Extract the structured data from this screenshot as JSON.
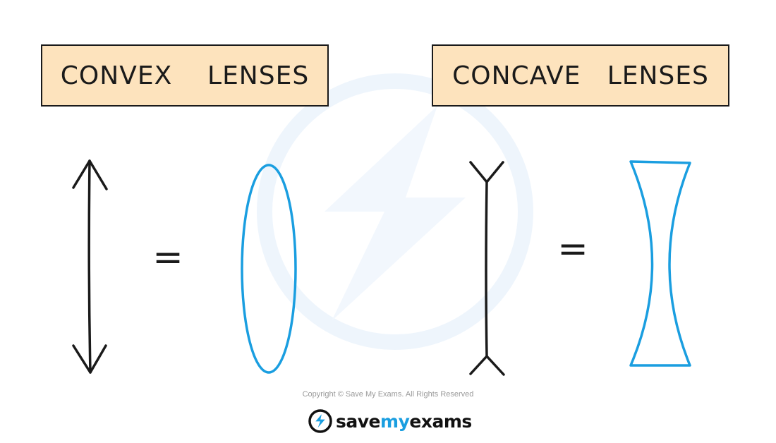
{
  "titles": {
    "convex": "CONVEX    LENSES",
    "concave": "CONCAVE   LENSES"
  },
  "symbols": {
    "equals": "="
  },
  "footer": {
    "copyright": "Copyright © Save My Exams. All Rights Reserved",
    "brand_save": "save",
    "brand_my": "my",
    "brand_exams": "exams"
  },
  "colors": {
    "title_fill": "#fde3bd",
    "lens_outline": "#1a9ee0",
    "symbol_stroke": "#1a1a1a",
    "watermark": "#eaf3fb"
  },
  "icons": {
    "brand": "lightning-bolt-icon",
    "watermark": "lightning-bolt-watermark"
  }
}
